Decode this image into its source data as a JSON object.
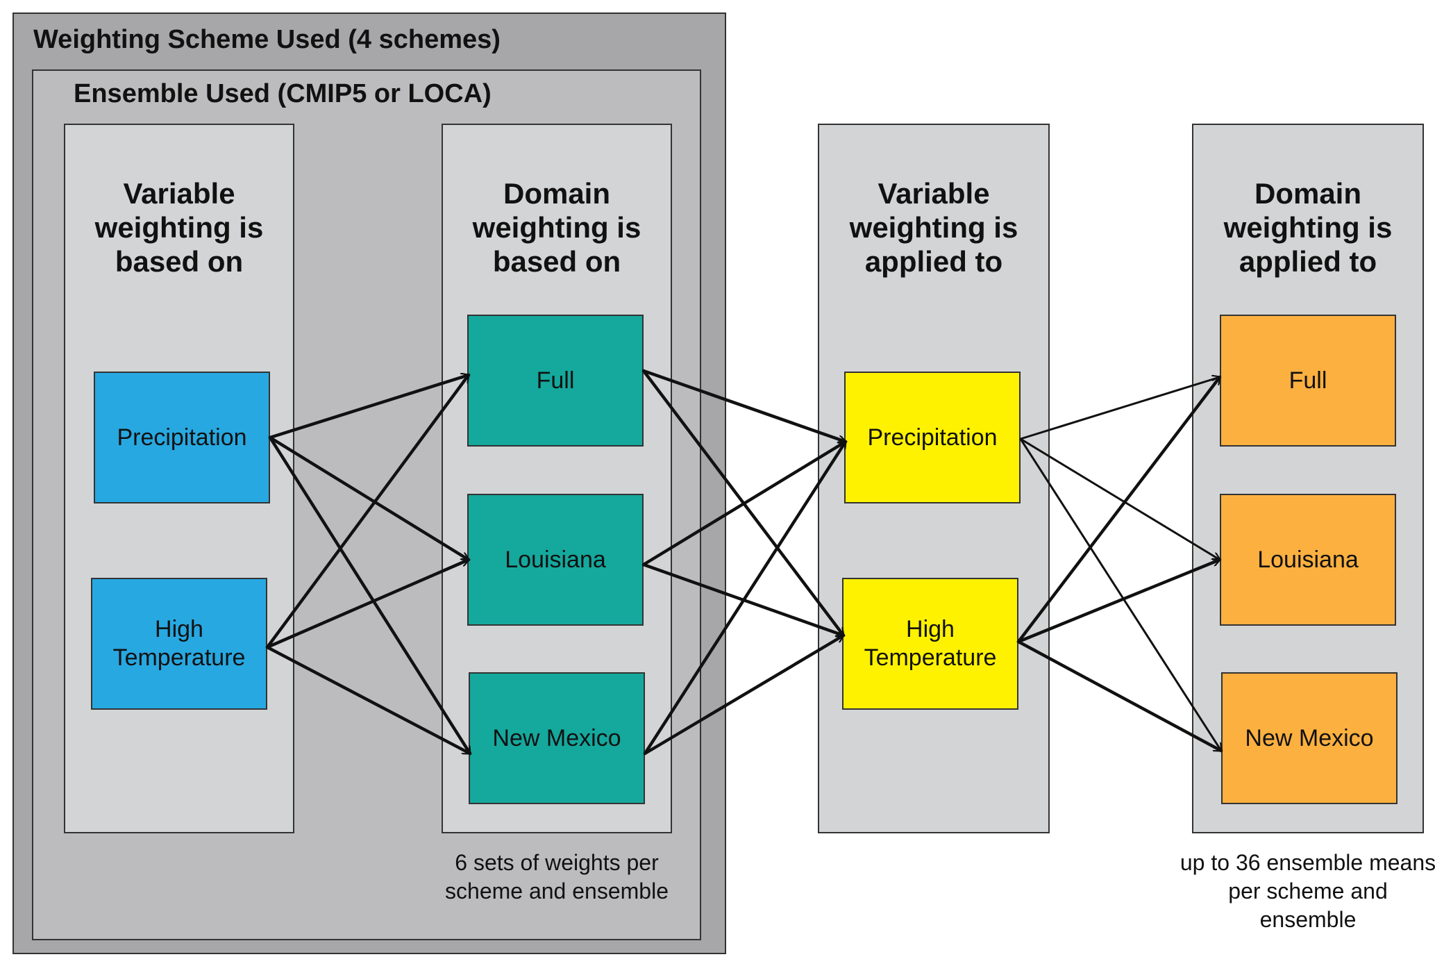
{
  "frames": {
    "scheme_title": "Weighting Scheme Used (4 schemes)",
    "ensemble_title": "Ensemble Used (CMIP5 or LOCA)"
  },
  "columns": [
    {
      "heading": "Variable weighting is based on",
      "boxes": [
        "Precipitation",
        "High Temperature"
      ],
      "color": "#27a8e1"
    },
    {
      "heading": "Domain weighting is based on",
      "boxes": [
        "Full",
        "Louisiana",
        "New Mexico"
      ],
      "color": "#15a89d"
    },
    {
      "heading": "Variable weighting is applied to",
      "boxes": [
        "Precipitation",
        "High Temperature"
      ],
      "color": "#fff200"
    },
    {
      "heading": "Domain weighting is applied to",
      "boxes": [
        "Full",
        "Louisiana",
        "New Mexico"
      ],
      "color": "#fbb040"
    }
  ],
  "notes": {
    "weights": "6 sets of weights per scheme and ensemble",
    "means": "up to 36 ensemble means per scheme and ensemble"
  },
  "connections": [
    {
      "from": "var_based.precipitation",
      "to": "domain_based.full"
    },
    {
      "from": "var_based.precipitation",
      "to": "domain_based.louisiana"
    },
    {
      "from": "var_based.precipitation",
      "to": "domain_based.new_mexico"
    },
    {
      "from": "var_based.high_temperature",
      "to": "domain_based.full"
    },
    {
      "from": "var_based.high_temperature",
      "to": "domain_based.louisiana"
    },
    {
      "from": "var_based.high_temperature",
      "to": "domain_based.new_mexico"
    },
    {
      "from": "domain_based.full",
      "to": "var_applied.precipitation"
    },
    {
      "from": "domain_based.full",
      "to": "var_applied.high_temperature"
    },
    {
      "from": "domain_based.louisiana",
      "to": "var_applied.precipitation"
    },
    {
      "from": "domain_based.louisiana",
      "to": "var_applied.high_temperature"
    },
    {
      "from": "domain_based.new_mexico",
      "to": "var_applied.precipitation"
    },
    {
      "from": "domain_based.new_mexico",
      "to": "var_applied.high_temperature"
    },
    {
      "from": "var_applied.precipitation",
      "to": "domain_applied.full"
    },
    {
      "from": "var_applied.precipitation",
      "to": "domain_applied.louisiana"
    },
    {
      "from": "var_applied.precipitation",
      "to": "domain_applied.new_mexico"
    },
    {
      "from": "var_applied.high_temperature",
      "to": "domain_applied.full"
    },
    {
      "from": "var_applied.high_temperature",
      "to": "domain_applied.louisiana"
    },
    {
      "from": "var_applied.high_temperature",
      "to": "domain_applied.new_mexico"
    }
  ]
}
